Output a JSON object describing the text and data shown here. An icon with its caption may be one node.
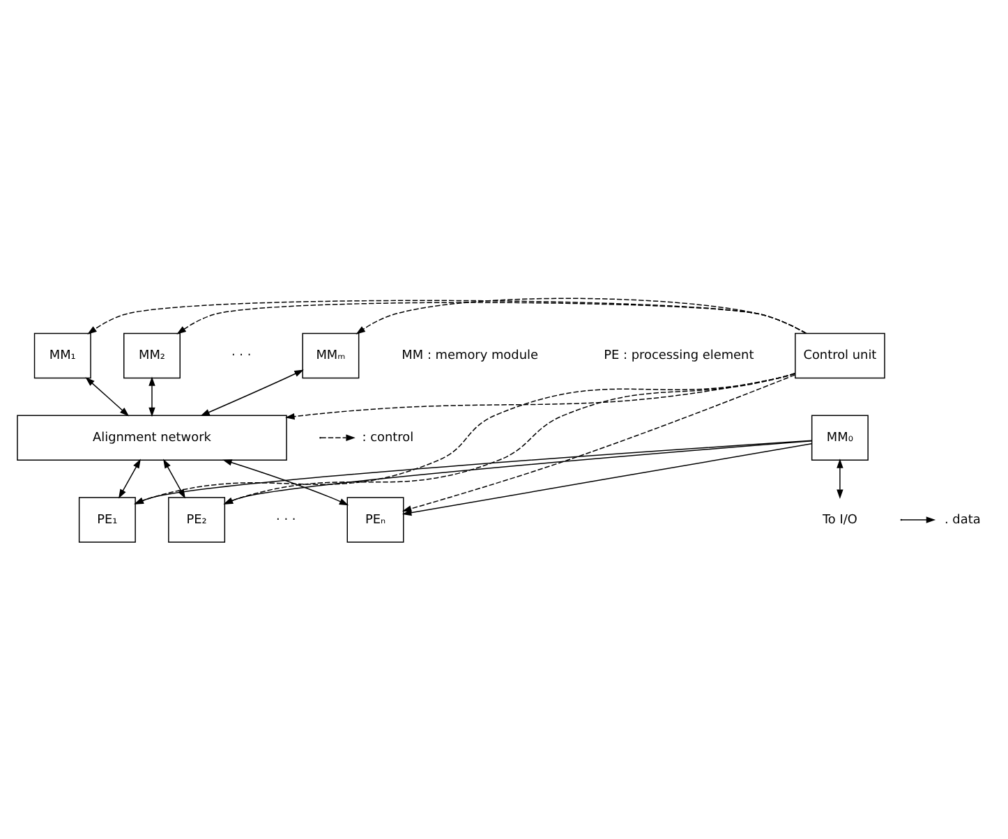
{
  "diagram": {
    "nodes": [
      {
        "text": [
          "MM₁"
        ]
      },
      {
        "text": [
          "MM₂"
        ]
      },
      {
        "text": [
          "MMₘ"
        ]
      },
      {
        "text": [
          "Alignment network"
        ]
      },
      {
        "text": [
          "PE₁"
        ]
      },
      {
        "text": [
          "PE₂"
        ]
      },
      {
        "text": [
          "PEₙ"
        ]
      },
      {
        "text": [
          "Control unit"
        ]
      },
      {
        "text": [
          "MM₀"
        ]
      },
      {
        "text": [
          "To I/O"
        ]
      }
    ],
    "edges": [
      {
        "from": 7,
        "to": 0,
        "arrow": "to",
        "style": "dashed"
      },
      {
        "from": 7,
        "to": 1,
        "arrow": "to",
        "style": "dashed"
      },
      {
        "from": 7,
        "to": 2,
        "arrow": "to",
        "style": "dashed"
      },
      {
        "from": 7,
        "to": 3,
        "arrow": "to",
        "style": "dashed"
      },
      {
        "from": 7,
        "to": 4,
        "arrow": "to",
        "style": "dashed"
      },
      {
        "from": 7,
        "to": 5,
        "arrow": "to",
        "style": "dashed"
      },
      {
        "from": 7,
        "to": 6,
        "arrow": "to",
        "style": "dashed"
      },
      {
        "from": 0,
        "to": 3,
        "arrow": "both"
      },
      {
        "from": 1,
        "to": 3,
        "arrow": "both"
      },
      {
        "from": 2,
        "to": 3,
        "arrow": "both"
      },
      {
        "from": 3,
        "to": 4,
        "arrow": "both"
      },
      {
        "from": 3,
        "to": 5,
        "arrow": "both"
      },
      {
        "from": 3,
        "to": 6,
        "arrow": "both"
      },
      {
        "from": 8,
        "to": 4,
        "arrow": "to"
      },
      {
        "from": 8,
        "to": 5,
        "arrow": "to"
      },
      {
        "from": 8,
        "to": 6,
        "arrow": "to"
      },
      {
        "from": 8,
        "to": 9,
        "arrow": "both"
      }
    ],
    "labels": [
      "· · ·",
      "MM : memory module",
      "PE : processing element",
      "· · ·"
    ],
    "legend": [
      {
        "text": ": control"
      },
      {
        "text": ". data"
      }
    ]
  }
}
